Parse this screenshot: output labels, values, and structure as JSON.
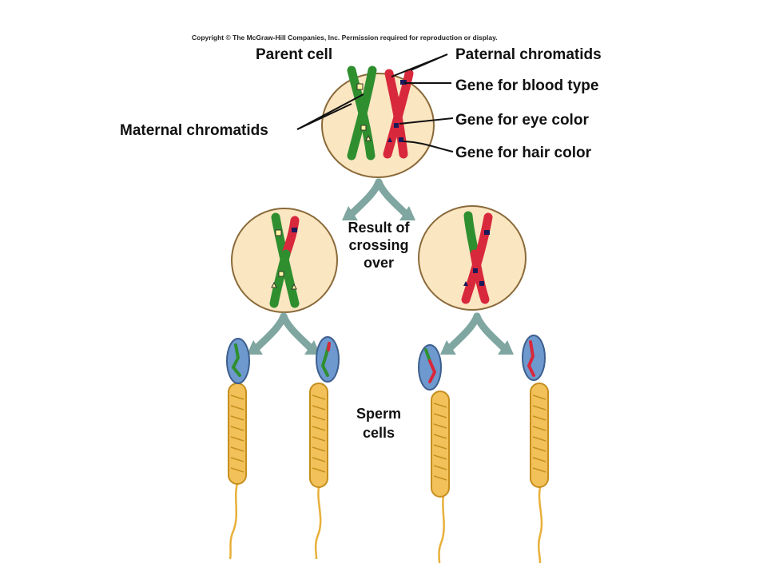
{
  "copyright": "Copyright © The McGraw-Hill Companies, Inc. Permission required for reproduction or display.",
  "labels": {
    "parent_cell": "Parent cell",
    "paternal_chromatids": "Paternal chromatids",
    "maternal_chromatids": "Maternal chromatids",
    "gene_blood_type": "Gene for blood type",
    "gene_eye_color": "Gene for eye color",
    "gene_hair_color": "Gene for hair color",
    "crossing_over": [
      "Result of",
      "crossing",
      "over"
    ],
    "sperm_cells": [
      "Sperm",
      "cells"
    ]
  },
  "colors": {
    "maternal": "#2f8f2f",
    "paternal": "#d8283c",
    "cell_fill": "#fbe6c2",
    "arrow": "#7fa6a0",
    "sperm_head": "#6e99cf",
    "sperm_body": "#f2c15a"
  }
}
